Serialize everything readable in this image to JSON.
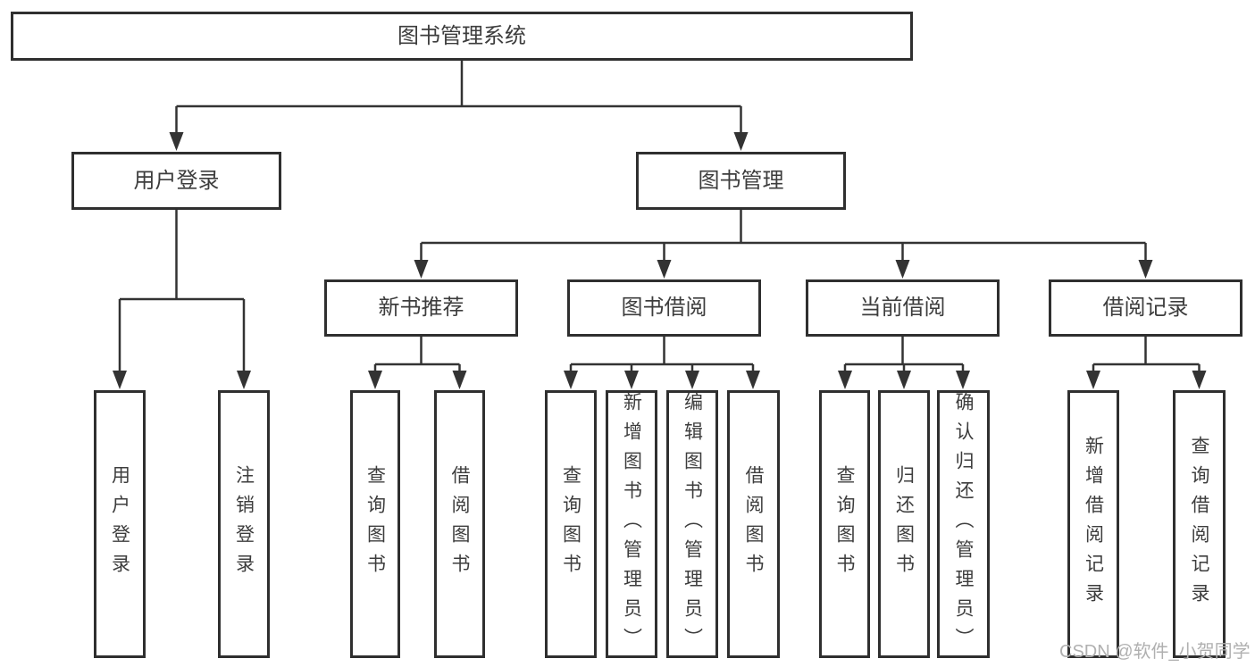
{
  "colors": {
    "line": "#333333",
    "box_border": "#2f2f2f",
    "text": "#3d3d3d",
    "watermark": "#b0b0b0",
    "background": "#ffffff"
  },
  "diagram": {
    "root": {
      "label": "图书管理系统"
    },
    "branches": [
      {
        "label": "用户登录",
        "children": [
          {
            "label": "用户登录"
          },
          {
            "label": "注销登录"
          }
        ]
      },
      {
        "label": "图书管理",
        "children": [
          {
            "label": "新书推荐",
            "children": [
              {
                "label": "查询图书"
              },
              {
                "label": "借阅图书"
              }
            ]
          },
          {
            "label": "图书借阅",
            "children": [
              {
                "label": "查询图书"
              },
              {
                "label": "新增图书（管理员）"
              },
              {
                "label": "编辑图书（管理员）"
              },
              {
                "label": "借阅图书"
              }
            ]
          },
          {
            "label": "当前借阅",
            "children": [
              {
                "label": "查询图书"
              },
              {
                "label": "归还图书"
              },
              {
                "label": "确认归还（管理员）"
              }
            ]
          },
          {
            "label": "借阅记录",
            "children": [
              {
                "label": "新增借阅记录"
              },
              {
                "label": "查询借阅记录"
              }
            ]
          }
        ]
      }
    ]
  },
  "watermark": {
    "text": "CSDN @软件_小贺同学"
  }
}
